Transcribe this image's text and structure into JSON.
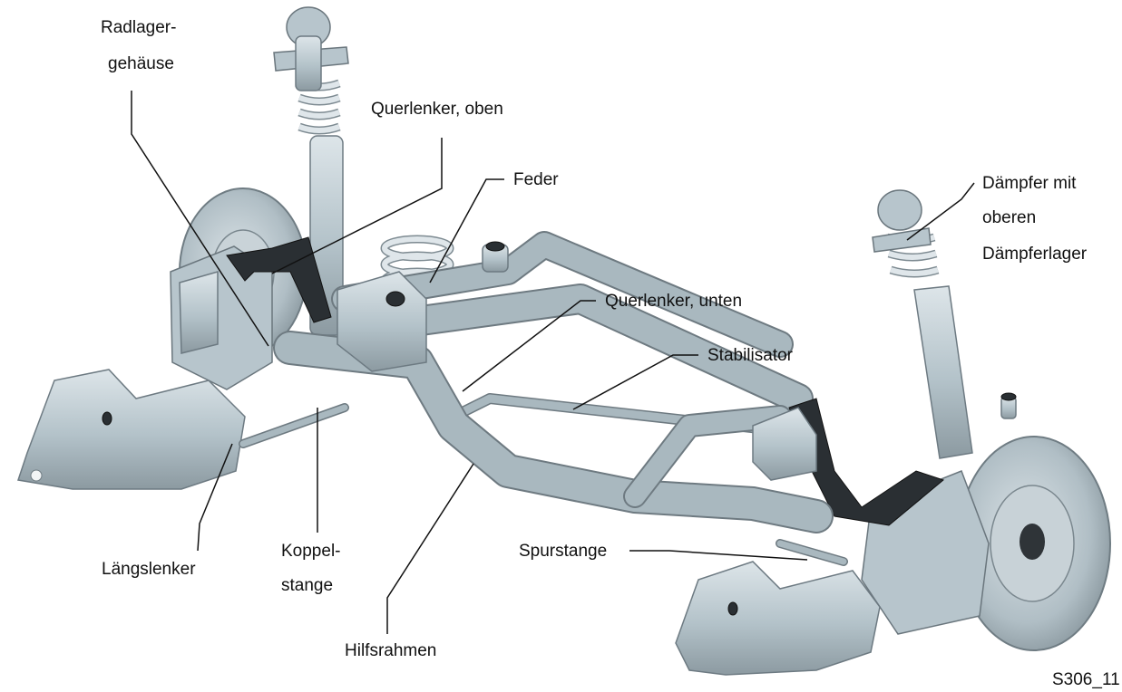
{
  "labels": {
    "radlagergehaeuse_1": "Radlager-",
    "radlagergehaeuse_2": "gehäuse",
    "querlenker_oben": "Querlenker, oben",
    "feder": "Feder",
    "daempfer_1": "Dämpfer mit",
    "daempfer_2": "oberen",
    "daempfer_3": "Dämpferlager",
    "querlenker_unten": "Querlenker, unten",
    "stabilisator": "Stabilisator",
    "laengslenker": "Längslenker",
    "koppelstange_1": "Koppel-",
    "koppelstange_2": "stange",
    "spurstange": "Spurstange",
    "hilfsrahmen": "Hilfsrahmen",
    "figure_id": "S306_11"
  },
  "colors": {
    "metal_light": "#cfd9de",
    "metal_mid": "#a9b8bf",
    "metal_dark": "#6e7a81",
    "rubber": "#2a2f33",
    "text": "#111111"
  }
}
